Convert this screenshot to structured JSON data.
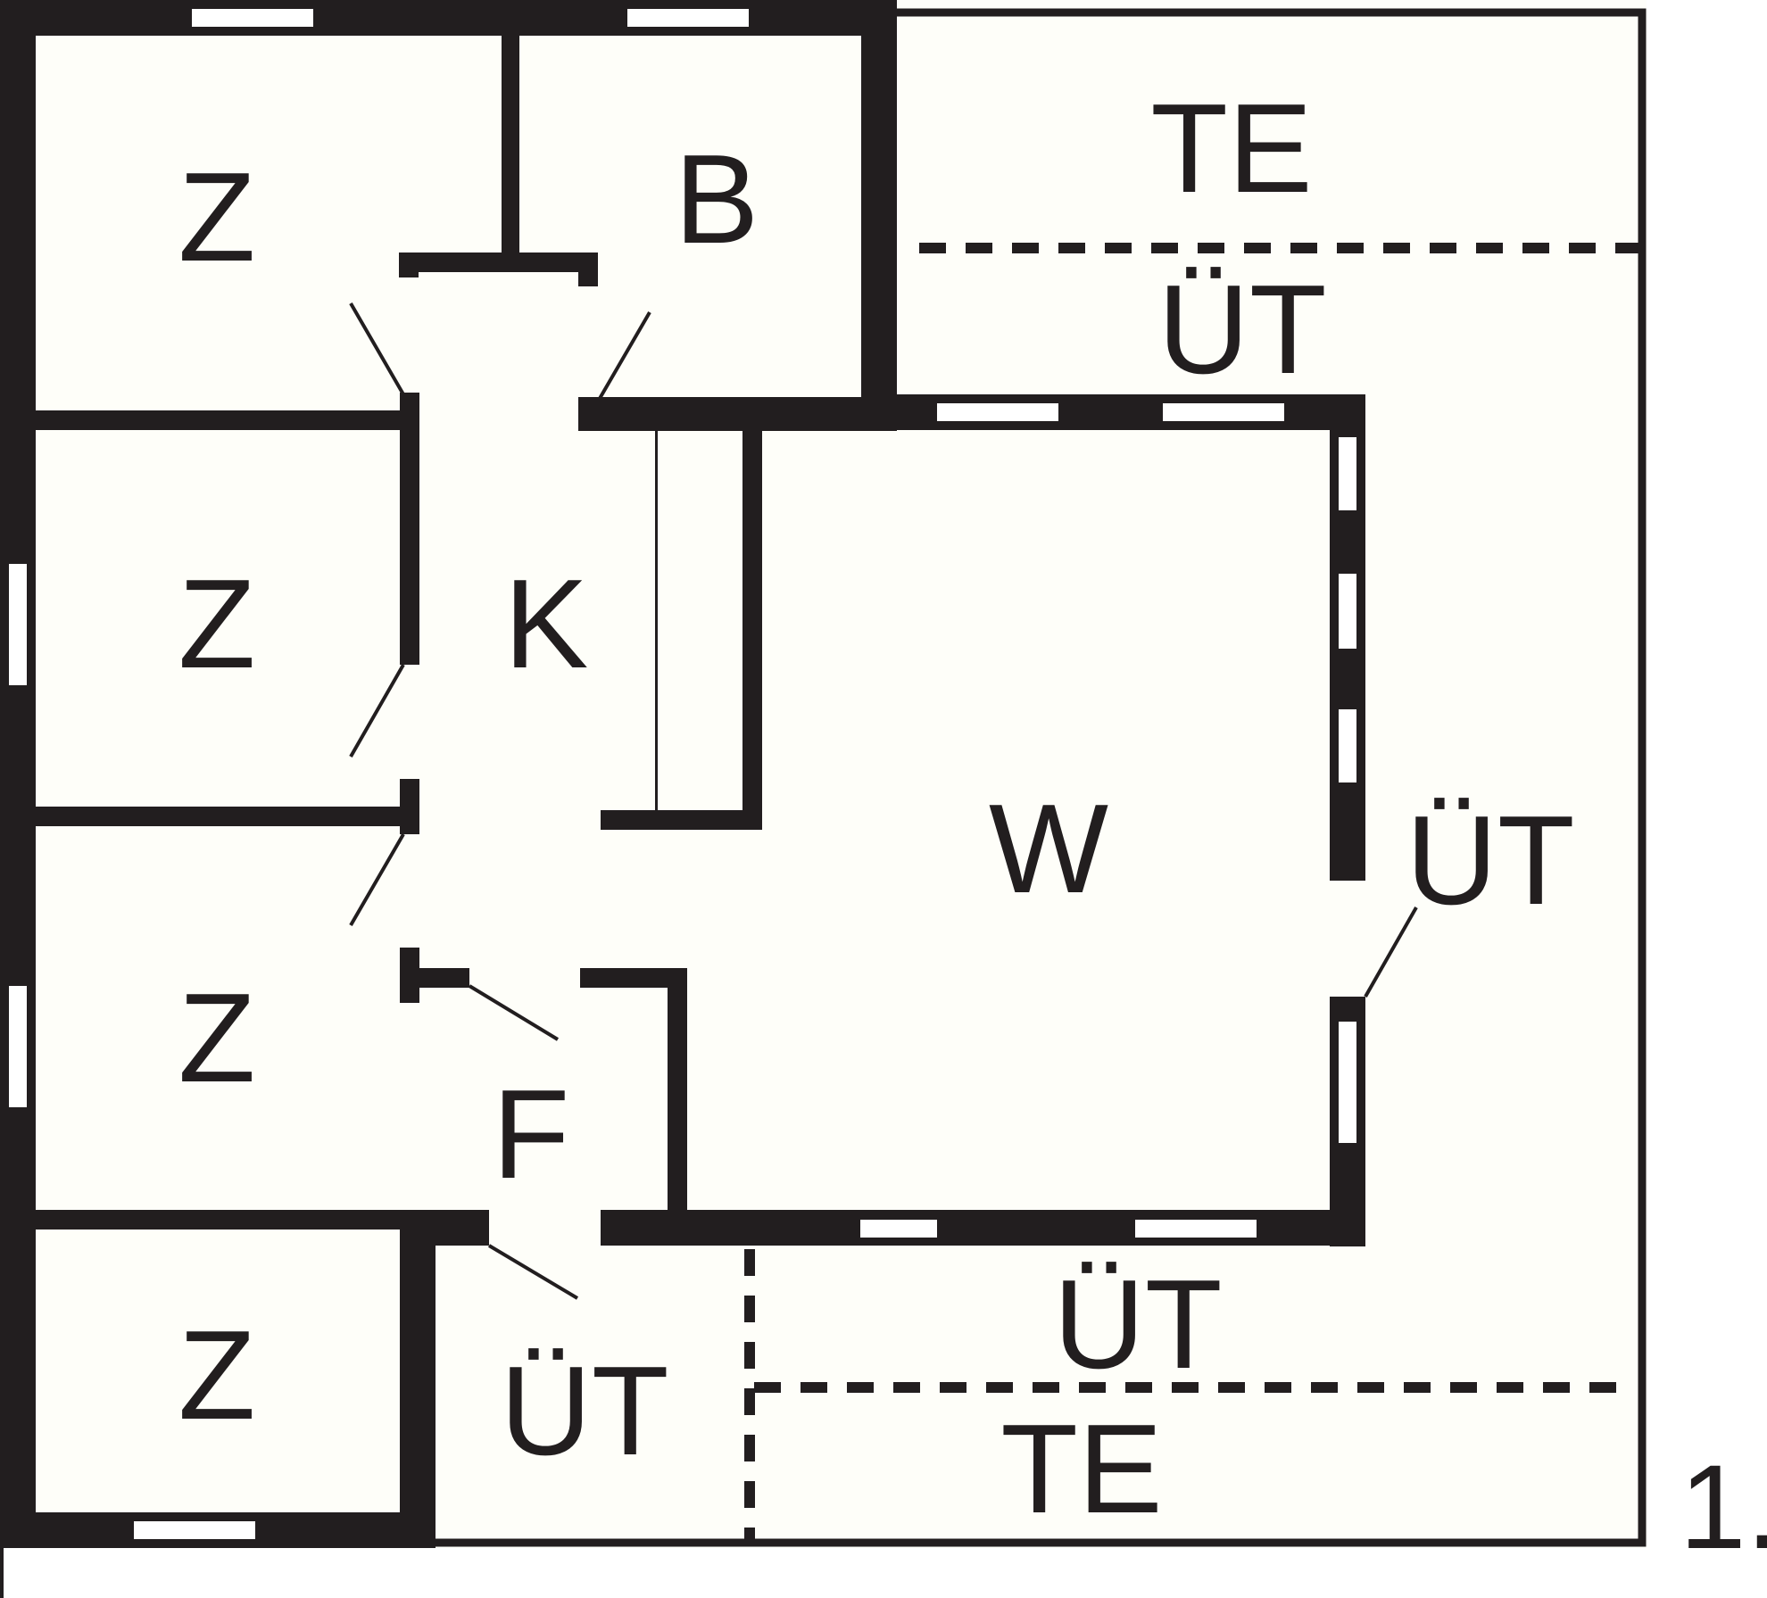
{
  "figure_number": "1.",
  "rooms": [
    {
      "id": "z1",
      "label": "Z"
    },
    {
      "id": "b",
      "label": "B"
    },
    {
      "id": "te_top",
      "label": "TE"
    },
    {
      "id": "ut_top",
      "label": "ÜT"
    },
    {
      "id": "z2",
      "label": "Z"
    },
    {
      "id": "k",
      "label": "K"
    },
    {
      "id": "w",
      "label": "W"
    },
    {
      "id": "ut_right",
      "label": "ÜT"
    },
    {
      "id": "z3",
      "label": "Z"
    },
    {
      "id": "f",
      "label": "F"
    },
    {
      "id": "ut_bottom",
      "label": "ÜT"
    },
    {
      "id": "ut_entry",
      "label": "ÜT"
    },
    {
      "id": "z4",
      "label": "Z"
    },
    {
      "id": "te_bottom",
      "label": "TE"
    }
  ],
  "colors": {
    "wall": "#221e1f",
    "background": "#ffffff",
    "floor": "#fefef9"
  }
}
